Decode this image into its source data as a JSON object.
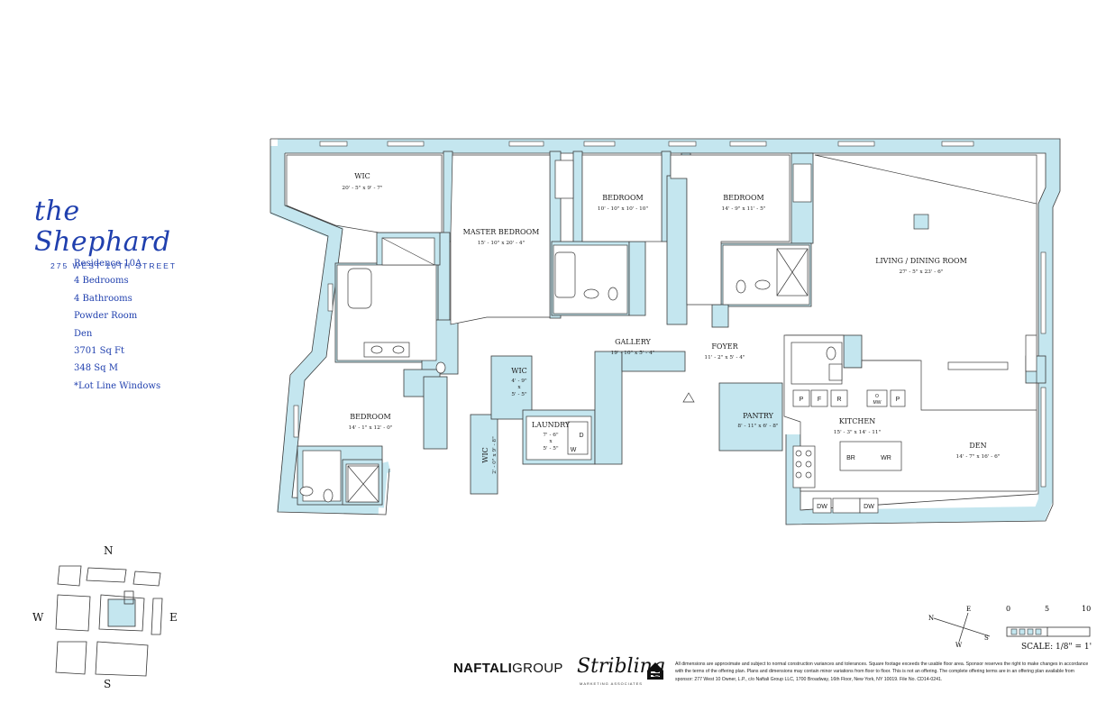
{
  "brand": {
    "logo": "the Shephard",
    "address": "275 WEST 10TH STREET"
  },
  "facts": [
    "Residence 10A",
    "4 Bedrooms",
    "4 Bathrooms",
    "Powder Room",
    "Den",
    "3701 Sq Ft",
    "348 Sq M",
    "*Lot Line Windows"
  ],
  "rooms": {
    "wic1": {
      "title": "WIC",
      "dims": "20' - 5\" x 9' - 7\""
    },
    "master": {
      "title": "MASTER BEDROOM",
      "dims": "15' - 10\" x 20' - 4\""
    },
    "bedroom2": {
      "title": "BEDROOM",
      "dims": "10' - 10\" x 10' - 10\""
    },
    "bedroom3": {
      "title": "BEDROOM",
      "dims": "14' - 9\" x 11' - 5\""
    },
    "living": {
      "title": "LIVING / DINING ROOM",
      "dims": "27' - 5\" x 23' - 6\""
    },
    "gallery": {
      "title": "GALLERY",
      "dims": "19' - 10\" x 5' - 4\""
    },
    "foyer": {
      "title": "FOYER",
      "dims": "11' - 2\" x 5' - 4\""
    },
    "wic2": {
      "title": "WIC",
      "dim1": "4' - 9\"",
      "x": "x",
      "dim2": "5' - 5\""
    },
    "laundry": {
      "title": "LAUNDRY",
      "dim1": "7' - 6\"",
      "x": "x",
      "dim2": "5' - 5\""
    },
    "pantry": {
      "title": "PANTRY",
      "dims": "8' - 11\" x 6' - 8\""
    },
    "kitchen": {
      "title": "KITCHEN",
      "dims": "15' - 3\" x 14' - 11\""
    },
    "bedroom4": {
      "title": "BEDROOM",
      "dims": "14' - 1\" x 12' - 0\""
    },
    "wic3": {
      "title": "WIC",
      "dims": "2' - 0\" x 9' - 8\""
    },
    "den": {
      "title": "DEN",
      "dims": "14' - 7\" x 16' - 6\""
    }
  },
  "fixtures": {
    "p1": "P",
    "f": "F",
    "r": "R",
    "p2": "P",
    "ov1": "O",
    "ov2": "MW",
    "br": "BR",
    "wr": "WR",
    "dw1": "DW",
    "dw2": "DW",
    "w": "W",
    "d": "D"
  },
  "map": {
    "n": "N",
    "s": "S",
    "e": "E",
    "w": "W"
  },
  "compass": {
    "n": "N",
    "e": "E",
    "s": "S",
    "w": "W"
  },
  "scale": {
    "t0": "0",
    "t5": "5",
    "t10": "10",
    "caption": "SCALE: 1/8\" = 1'"
  },
  "footer": {
    "naftali_bold": "NAFTALI",
    "naftali_rest": "GROUP",
    "stribling": "Stribling",
    "stribling_sub": "MARKETING ASSOCIATES",
    "disclaimer": "All dimensions are approximate and subject to normal construction variances and tolerances. Square footage exceeds the usable floor area. Sponsor reserves the right to make changes in accordance with the terms of the offering plan. Plans and dimensions may contain minor variations from floor to floor. This is not an offering. The complete offering terms are in an offering plan available from sponsor: 277 West 10 Owner, L.P., c/o Naftali Group LLC, 1700 Broadway, 16th Floor, New York, NY 10019. File No. CD14-0241."
  },
  "colors": {
    "wall": "#c4e6ef",
    "line": "#3a3a3a",
    "text": "#1f3fae"
  }
}
